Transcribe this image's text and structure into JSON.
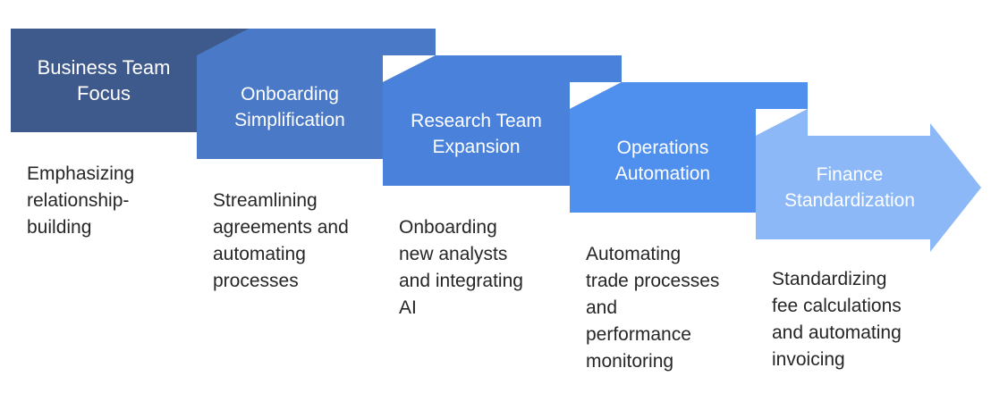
{
  "steps": [
    {
      "title": "Business Team\nFocus",
      "description": "Emphasizing\nrelationship-\nbuilding",
      "color": "#3e5a8c"
    },
    {
      "title": "Onboarding\nSimplification",
      "description": "Streamlining\nagreements and\nautomating\nprocesses",
      "color": "#4a79c7"
    },
    {
      "title": "Research Team\nExpansion",
      "description": "Onboarding\nnew analysts\nand integrating\nAI",
      "color": "#4a82db"
    },
    {
      "title": "Operations\nAutomation",
      "description": "Automating\ntrade processes\nand\nperformance\nmonitoring",
      "color": "#4f8fee"
    },
    {
      "title": "Finance\nStandardization",
      "description": "Standardizing\nfee calculations\nand automating\ninvoicing",
      "color": "#8cb8f8"
    }
  ]
}
